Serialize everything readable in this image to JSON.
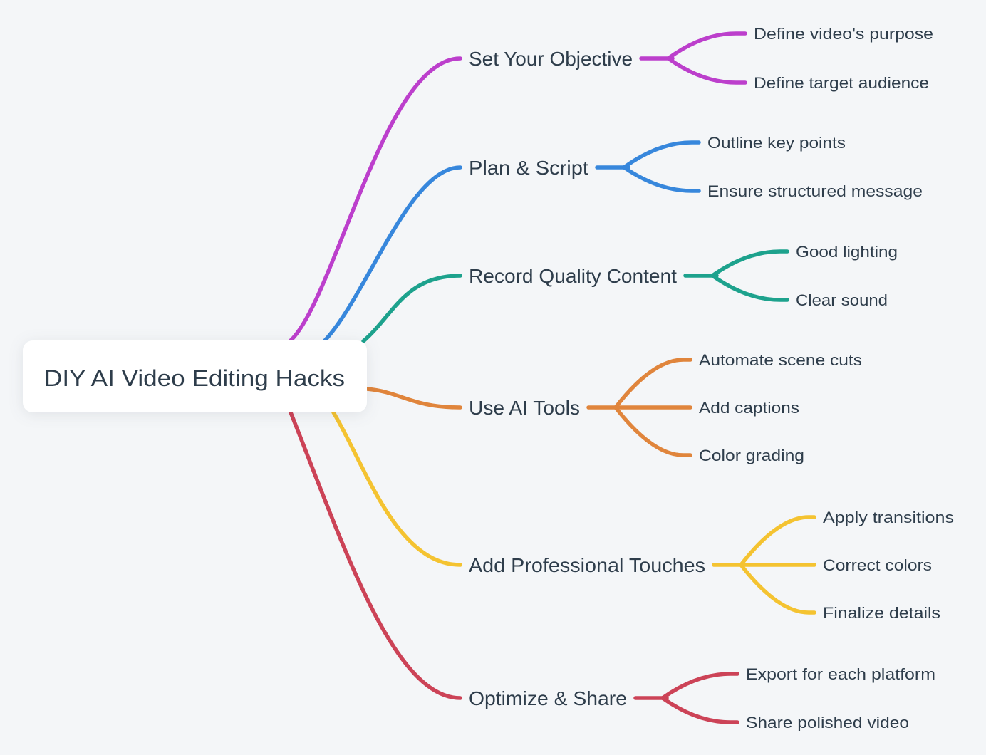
{
  "title": "DIY AI Video Editing Hacks",
  "colors": {
    "background": "#F4F6F8",
    "node_fill": "#FFFFFF",
    "text": "#2E3D4B"
  },
  "branches": [
    {
      "label": "Set Your Objective",
      "color": "#BC3FCC",
      "children": [
        "Define video's purpose",
        "Define target audience"
      ]
    },
    {
      "label": "Plan & Script",
      "color": "#3787DC",
      "children": [
        "Outline key points",
        "Ensure structured message"
      ]
    },
    {
      "label": "Record Quality Content",
      "color": "#1DA28D",
      "children": [
        "Good lighting",
        "Clear sound"
      ]
    },
    {
      "label": "Use AI Tools",
      "color": "#E0853C",
      "children": [
        "Automate scene cuts",
        "Add captions",
        "Color grading"
      ]
    },
    {
      "label": "Add Professional Touches",
      "color": "#F4C331",
      "children": [
        "Apply transitions",
        "Correct colors",
        "Finalize details"
      ]
    },
    {
      "label": "Optimize & Share",
      "color": "#CC4357",
      "children": [
        "Export for each platform",
        "Share polished video"
      ]
    }
  ]
}
